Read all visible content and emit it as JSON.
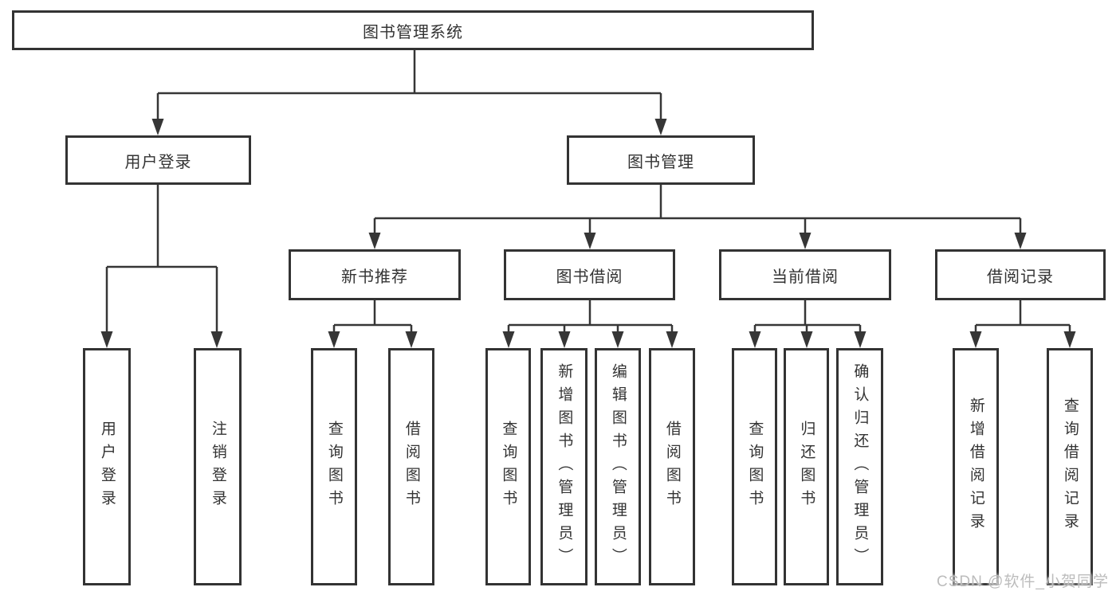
{
  "tree": {
    "root": "图书管理系统",
    "branches": [
      {
        "label": "用户登录",
        "children": [
          "用户登录",
          "注销登录"
        ]
      },
      {
        "label": "图书管理",
        "sections": [
          {
            "label": "新书推荐",
            "children": [
              "查询图书",
              "借阅图书"
            ]
          },
          {
            "label": "图书借阅",
            "children": [
              "查询图书",
              "新增图书（管理员）",
              "编辑图书（管理员）",
              "借阅图书"
            ]
          },
          {
            "label": "当前借阅",
            "children": [
              "查询图书",
              "归还图书",
              "确认归还（管理员）"
            ]
          },
          {
            "label": "借阅记录",
            "children": [
              "新增借阅记录",
              "查询借阅记录"
            ]
          }
        ]
      }
    ]
  },
  "watermark": "CSDN @软件_小贺同学",
  "colors": {
    "line": "#363636",
    "box_border": "#333333",
    "text": "#333333",
    "background": "#ffffff",
    "watermark": "#bcbcbc"
  }
}
